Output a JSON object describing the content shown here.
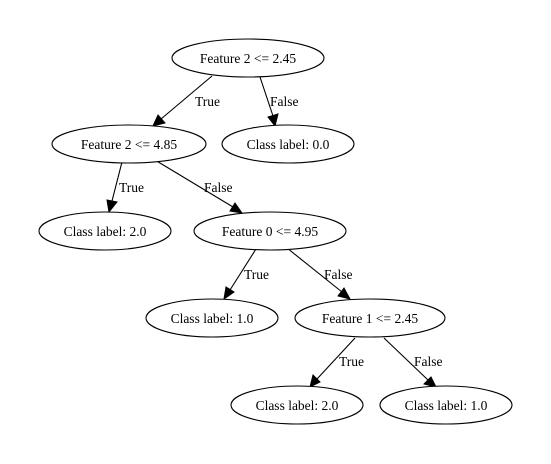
{
  "nodes": {
    "n0": "Feature 2 <= 2.45",
    "n1": "Feature 2 <= 4.85",
    "n2": "Class label: 0.0",
    "n3": "Class label: 2.0",
    "n4": "Feature 0 <= 4.95",
    "n5": "Class label: 1.0",
    "n6": "Feature 1 <= 2.45",
    "n7": "Class label: 2.0",
    "n8": "Class label: 1.0"
  },
  "edges": {
    "e01": "True",
    "e02": "False",
    "e13": "True",
    "e14": "False",
    "e45": "True",
    "e46": "False",
    "e67": "True",
    "e68": "False"
  }
}
